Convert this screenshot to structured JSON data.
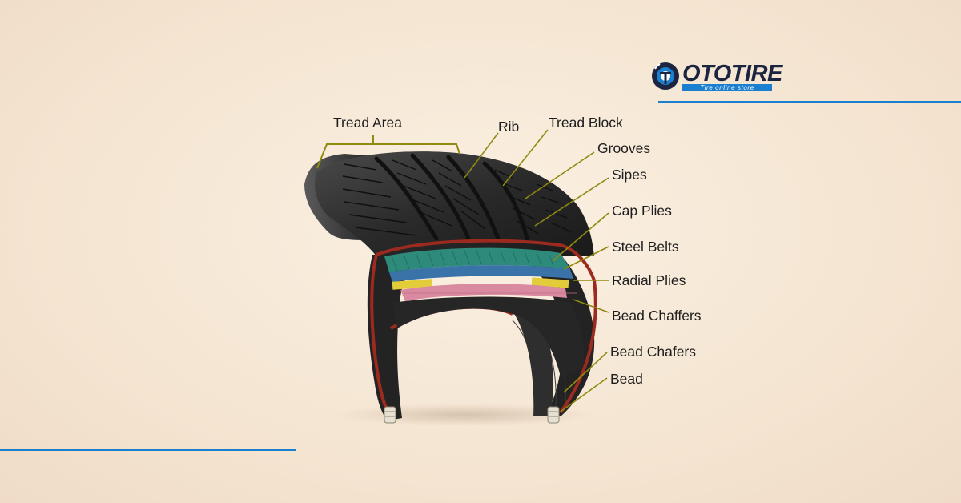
{
  "brand": {
    "name": "OTOTIRE",
    "tagline": "Tire online store",
    "accent_color": "#1b7fd0",
    "text_color": "#1b2540",
    "icon": "tire-logo-icon"
  },
  "diagram": {
    "subject": "tire-cross-section",
    "colors": {
      "rubber": "#2b2b2b",
      "inner_liner": "#9c2a1e",
      "steel_belts": "#2e8a7a",
      "cap_plies": "#3a73a8",
      "radial_plies": "#d98aa0",
      "bead_chaffers": "#e2cc3a"
    },
    "labels": [
      {
        "id": "tread-area",
        "text": "Tread Area"
      },
      {
        "id": "rib",
        "text": "Rib"
      },
      {
        "id": "tread-block",
        "text": "Tread Block"
      },
      {
        "id": "grooves",
        "text": "Grooves"
      },
      {
        "id": "sipes",
        "text": "Sipes"
      },
      {
        "id": "cap-plies",
        "text": "Cap Plies"
      },
      {
        "id": "steel-belts",
        "text": "Steel Belts"
      },
      {
        "id": "radial-plies",
        "text": "Radial Plies"
      },
      {
        "id": "bead-chaffers",
        "text": "Bead Chaffers"
      },
      {
        "id": "bead-chafers",
        "text": "Bead Chafers"
      },
      {
        "id": "bead",
        "text": "Bead"
      }
    ]
  }
}
